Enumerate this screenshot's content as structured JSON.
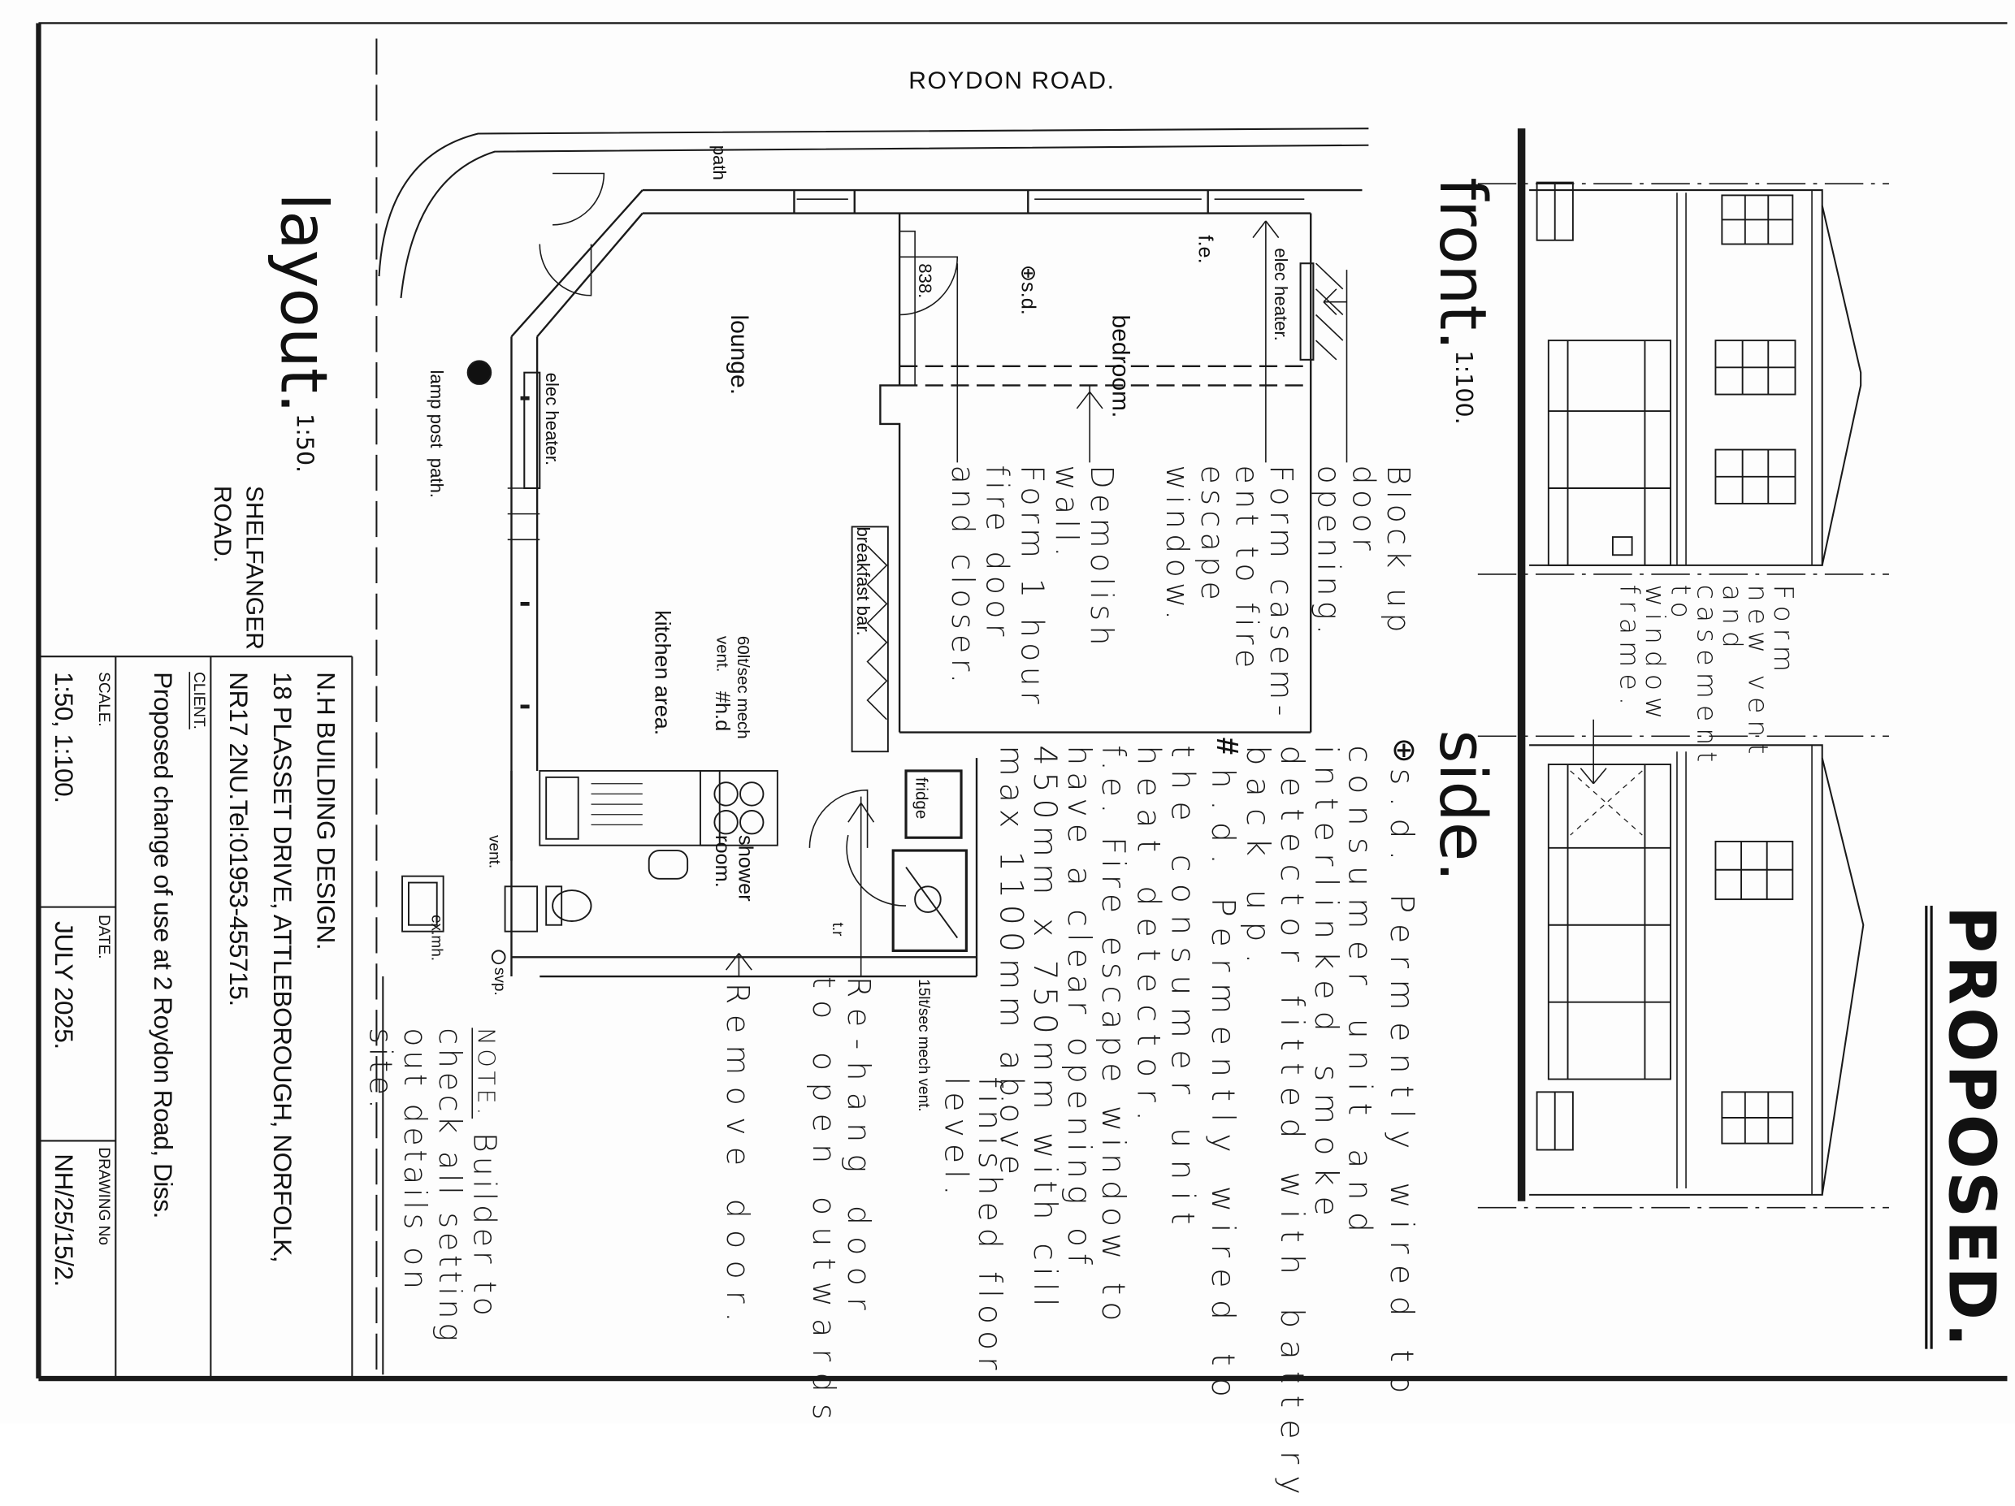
{
  "headings": {
    "layout": "layout.",
    "layout_scale": "1:50.",
    "front": "front.",
    "front_scale": "1:100.",
    "side": "side.",
    "proposed": "PROPOSED."
  },
  "roads": {
    "roydon": "ROYDON ROAD.",
    "shelfanger": "SHELFANGER\nROAD."
  },
  "plan_labels": {
    "path_top": "path",
    "lamp_post_path": "lamp post  path.",
    "elec_heater_lounge": "elec heater.",
    "elec_heater_bedroom": "elec heater.",
    "lounge": "lounge.",
    "bedroom": "bedroom.",
    "sd": "s.d.",
    "fe": "f.e.",
    "door_width": "838.",
    "breakfast_bar": "breakfast bar.",
    "mech_vent_kitchen": "60lt/sec mech\nvent.",
    "hd": "h.d",
    "kitchen_area": "kitchen area.",
    "fridge": "fridge",
    "shower_room": "shower\nroom.",
    "tr": "t.r",
    "vent": "vent.",
    "ex_mh": "ex.mh.",
    "svp": "svp.",
    "mech_vent_shower": "15lt/sec mech vent."
  },
  "notes": {
    "block_up": "Block up\ndoor\nopening.",
    "form_casement": "Form casem-\nent to fire\nescape\nwindow.",
    "demolish": "Demolish\nwall.\nForm 1 hour\nfire door\nand closer.",
    "sd_first": "s.d. Permently wired to",
    "sd_rest": "consumer unit and\ninterlinked smoke\ndetector fitted with battery\nback up.",
    "hd_first": "h.d. Permently wired to",
    "hd_rest": "the consumer unit\nheat detector.",
    "fe_main": "f.e. Fire escape window to\nhave a clear opening of\n450mm x 750mm with cill\nmax 1100mm above",
    "fe_tail": "finished floor\nlevel.",
    "remove_door": "Remove door.",
    "rehang_door": "Re-hang door\nto open outwards",
    "builder_note_label": "NOTE.",
    "builder_note_first": " Builder to",
    "builder_note_rest": "check all setting\nout details on\nsite.",
    "elevation_note": "Form\nnew vent\nand\ncasement\nto\nwindow\nframe."
  },
  "title_block": {
    "company": "N.H BUILDING DESIGN.",
    "address1": "18 PLASSET DRIVE, ATTLEBOROUGH, NORFOLK,",
    "address2": "NR17 2NU.Tel:01953-455715.",
    "client_label": "CLIENT.",
    "client_value": "Proposed change of use at 2 Roydon Road, Diss.",
    "scale_label": "SCALE.",
    "scale_value": "1:50, 1:100.",
    "date_label": "DATE.",
    "date_value": "JULY 2025.",
    "drawing_label": "DRAWING No",
    "drawing_value": "NH/25/15/2."
  }
}
